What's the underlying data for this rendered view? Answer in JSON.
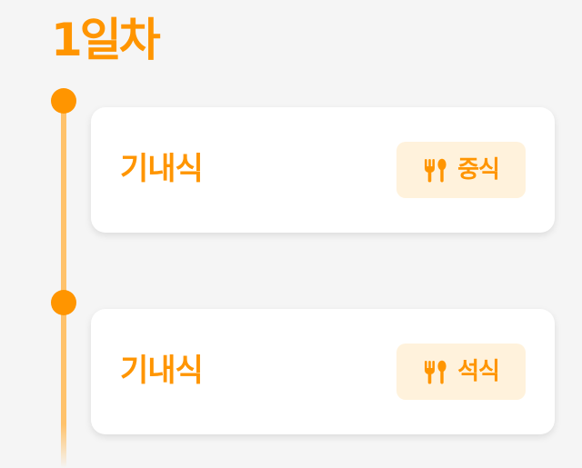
{
  "day": {
    "title": "1일차"
  },
  "colors": {
    "accent": "#ff9500",
    "timeline_line": "#ffc26b",
    "badge_background": "#fff2dc",
    "card_background": "#ffffff",
    "page_background": "#f5f5f5"
  },
  "meals": [
    {
      "title": "기내식",
      "badge_label": "중식",
      "badge_icon": "utensils-icon"
    },
    {
      "title": "기내식",
      "badge_label": "석식",
      "badge_icon": "utensils-icon"
    }
  ]
}
